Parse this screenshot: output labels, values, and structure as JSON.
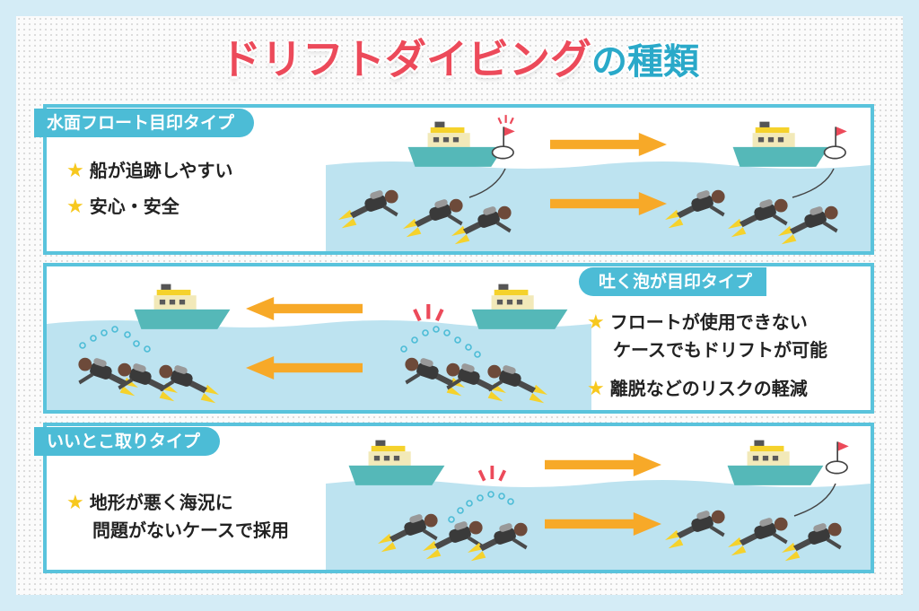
{
  "title": {
    "main": "ドリフトダイビング",
    "sub": "の種類"
  },
  "colors": {
    "accent_red": "#ec4a5a",
    "accent_blue": "#4cbcd6",
    "arrow": "#f7a928",
    "star": "#f7c81e",
    "water": "#bde3f0",
    "boat": "#55b8b8",
    "fin": "#f5d22c"
  },
  "sections": [
    {
      "label": "水面フロート目印タイプ",
      "bullets": [
        [
          "船が追跡しやすい"
        ],
        [
          "安心・安全"
        ]
      ]
    },
    {
      "label": "吐く泡が目印タイプ",
      "bullets": [
        [
          "フロートが使用できない",
          "ケースでもドリフトが可能"
        ],
        [
          "離脱などのリスクの軽減"
        ]
      ]
    },
    {
      "label": "いいとこ取りタイプ",
      "bullets": [
        [
          "地形が悪く海況に",
          "問題がないケースで採用"
        ]
      ]
    }
  ]
}
